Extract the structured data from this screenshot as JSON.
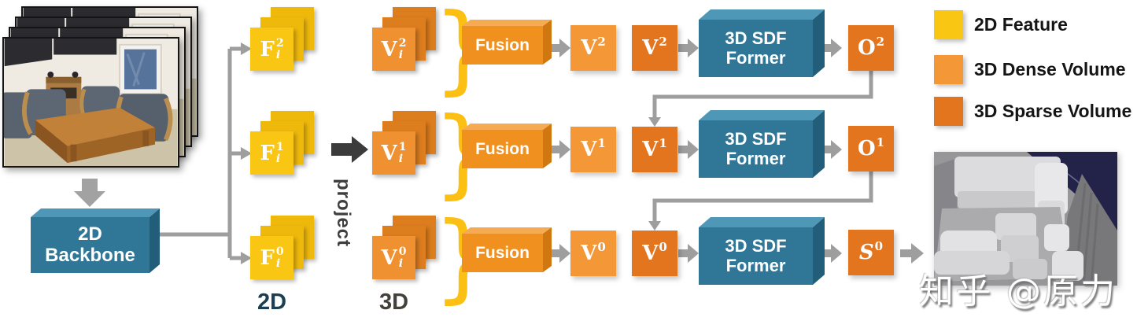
{
  "backbone": {
    "line1": "2D",
    "line2": "Backbone"
  },
  "labels": {
    "feature_space": "2D",
    "volume_space": "3D",
    "project": "project"
  },
  "rows": [
    {
      "level": "2",
      "f": {
        "base": "F",
        "sub": "i",
        "sup": "2"
      },
      "v": {
        "base": "V",
        "sub": "i",
        "sup": "2"
      },
      "fusion_label": "Fusion",
      "dense": {
        "base": "V",
        "sup": "2"
      },
      "sparse": {
        "base": "V",
        "sup": "2"
      },
      "sdf_line1": "3D SDF",
      "sdf_line2": "Former",
      "out": {
        "base": "O",
        "sup": "2"
      }
    },
    {
      "level": "1",
      "f": {
        "base": "F",
        "sub": "i",
        "sup": "1"
      },
      "v": {
        "base": "V",
        "sub": "i",
        "sup": "1"
      },
      "fusion_label": "Fusion",
      "dense": {
        "base": "V",
        "sup": "1"
      },
      "sparse": {
        "base": "V",
        "sup": "1"
      },
      "sdf_line1": "3D SDF",
      "sdf_line2": "Former",
      "out": {
        "base": "O",
        "sup": "1"
      }
    },
    {
      "level": "0",
      "f": {
        "base": "F",
        "sub": "i",
        "sup": "0"
      },
      "v": {
        "base": "V",
        "sub": "i",
        "sup": "0"
      },
      "fusion_label": "Fusion",
      "dense": {
        "base": "V",
        "sup": "0"
      },
      "sparse": {
        "base": "V",
        "sup": "0"
      },
      "sdf_line1": "3D SDF",
      "sdf_line2": "Former",
      "out": {
        "base": "S",
        "sup": "0"
      }
    }
  ],
  "legend": {
    "items": [
      {
        "label": "2D Feature",
        "color": "#FAC614"
      },
      {
        "label": "3D Dense Volume",
        "color": "#F49737"
      },
      {
        "label": "3D Sparse Volume",
        "color": "#E4751F"
      }
    ]
  },
  "watermark": {
    "text": "知乎 @原力"
  },
  "colors": {
    "feature_yellow": "#FAC614",
    "dense_orange": "#F49737",
    "sparse_orange": "#E4751F",
    "teal_box_front": "#2F7697",
    "fusion_orange_front": "#F0901F",
    "arrow_gray": "#9E9E9E",
    "brace_yellow": "#FCC014",
    "project_dark": "#3B3B3B",
    "label_2d_navy": "#1C3E52",
    "label_3d_gray": "#44403C"
  }
}
